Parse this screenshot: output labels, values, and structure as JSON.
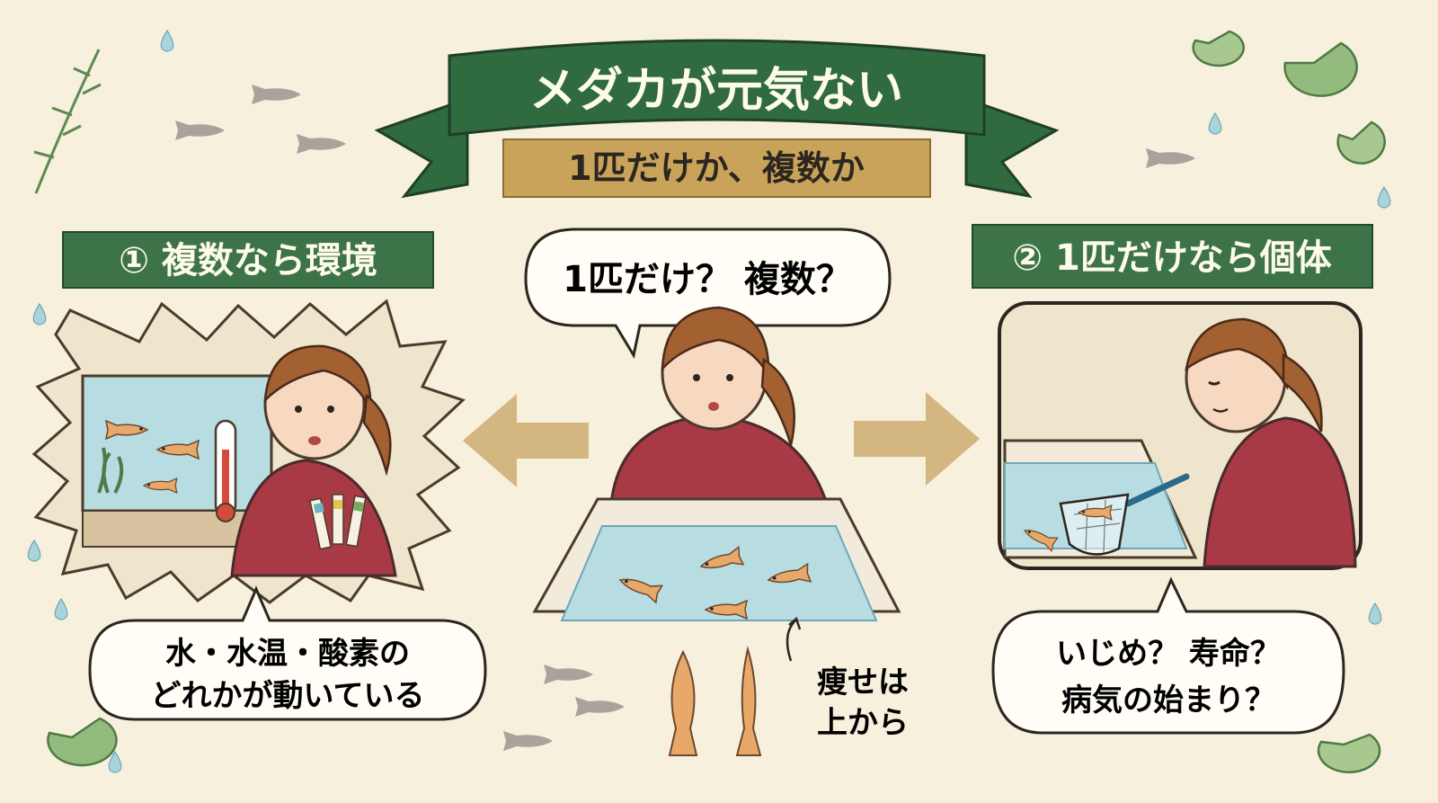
{
  "title": {
    "main": "メダカが元気ない",
    "sub": "1匹だけか、複数か"
  },
  "center": {
    "question": "1匹だけ？ 複数？",
    "note_line1": "痩せは",
    "note_line2": "上から"
  },
  "left": {
    "heading": "① 複数なら環境",
    "bubble_line1": "水・水温・酸素の",
    "bubble_line2": "どれかが動いている"
  },
  "right": {
    "heading": "② 1匹だけなら個体",
    "bubble_line1": "いじめ？ 寿命？",
    "bubble_line2": "病気の始まり？"
  },
  "colors": {
    "background": "#f7f0dd",
    "banner_green": "#2f6b3f",
    "banner_gold": "#c9a35a",
    "heading_green": "#3d7447",
    "sweater_red": "#a83a45",
    "water_blue": "#b7dde3",
    "arrow_tan": "#d4b681",
    "ink": "#2c2620"
  },
  "icons": [
    "thermometer-icon",
    "test-strips-icon",
    "fish-net-icon",
    "water-drop-icon",
    "lily-pad-icon",
    "fish-icon"
  ]
}
